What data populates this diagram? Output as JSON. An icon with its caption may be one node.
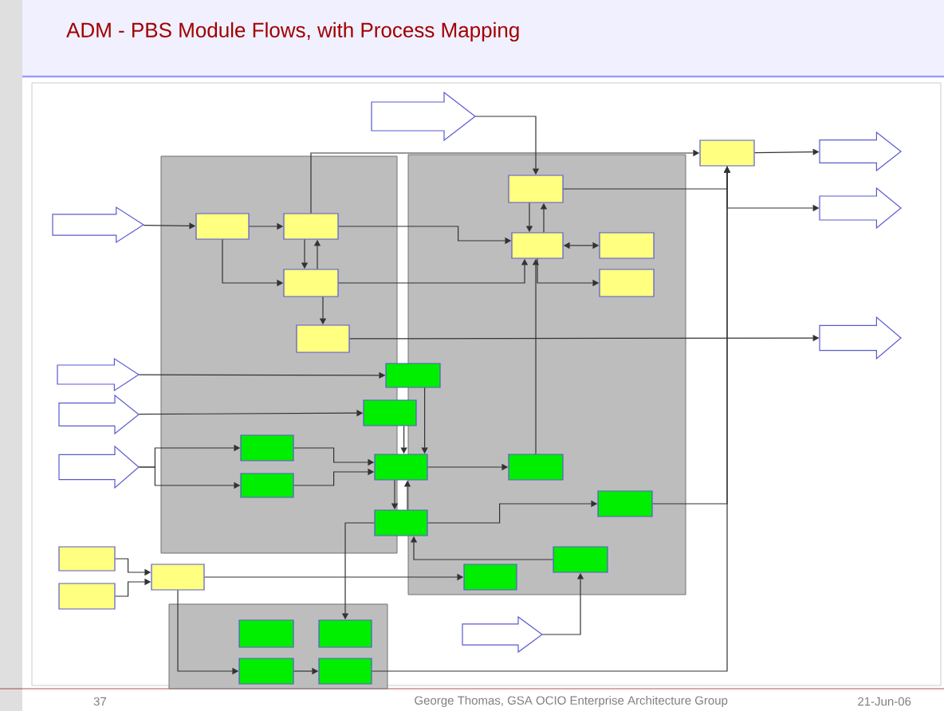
{
  "diagram": {
    "title": "ADM - PBS Module Flows, with Process Mapping",
    "nodes": [
      {
        "text": [],
        "shape": "arrow"
      },
      {
        "text": [],
        "shape": "box"
      },
      {
        "text": [],
        "shape": "box"
      },
      {
        "text": [],
        "shape": "box",
        "in": 1
      },
      {
        "text": [],
        "shape": "box",
        "in": 1
      },
      {
        "text": [],
        "shape": "box",
        "in": 1
      },
      {
        "text": [],
        "shape": "box",
        "in": 1
      },
      {
        "text": [],
        "shape": "box",
        "in": 2
      },
      {
        "text": [],
        "shape": "box",
        "in": 2
      },
      {
        "text": [],
        "shape": "box",
        "in": 2
      },
      {
        "text": [],
        "shape": "box",
        "in": 2
      },
      {
        "text": [],
        "shape": "box"
      },
      {
        "text": [],
        "shape": "arrow"
      },
      {
        "text": [],
        "shape": "arrow"
      },
      {
        "text": [],
        "shape": "arrow"
      },
      {
        "text": [],
        "shape": "arrow"
      },
      {
        "text": [],
        "shape": "arrow"
      },
      {
        "text": [],
        "shape": "box"
      },
      {
        "text": [],
        "shape": "box"
      },
      {
        "text": [],
        "shape": "arrow"
      },
      {
        "text": [],
        "shape": "arrow"
      },
      {
        "text": [],
        "shape": "box",
        "in": 1
      },
      {
        "text": [],
        "shape": "box",
        "in": 1
      },
      {
        "text": [],
        "shape": "box"
      },
      {
        "text": [],
        "shape": "box",
        "in": 2
      },
      {
        "text": [],
        "shape": "box"
      },
      {
        "text": [],
        "shape": "box",
        "in": 2
      },
      {
        "text": [],
        "shape": "box",
        "in": 2
      },
      {
        "text": [],
        "shape": "box",
        "in": 2
      },
      {
        "text": [],
        "shape": "box"
      },
      {
        "text": [],
        "shape": "box"
      },
      {
        "text": [],
        "shape": "box"
      },
      {
        "text": [],
        "shape": "box"
      },
      {
        "text": [],
        "shape": "box",
        "in": 32
      },
      {
        "text": [],
        "shape": "box",
        "in": 32
      },
      {
        "text": [],
        "shape": "box",
        "in": 32
      },
      {
        "text": [],
        "shape": "box",
        "in": 32
      },
      {
        "text": [],
        "shape": "arrow"
      }
    ],
    "edges": [
      {
        "from": 14,
        "to": 3,
        "arrow": "to"
      },
      {
        "from": 3,
        "to": 4,
        "arrow": "to"
      },
      {
        "from": 3,
        "to": 5,
        "arrow": "to"
      },
      {
        "from": 4,
        "to": 5,
        "arrow": "to"
      },
      {
        "from": 5,
        "to": 4,
        "arrow": "to"
      },
      {
        "from": 5,
        "to": 6,
        "arrow": "to"
      },
      {
        "from": 4,
        "to": 8,
        "arrow": "to"
      },
      {
        "from": 5,
        "to": 8,
        "arrow": "to"
      },
      {
        "from": 0,
        "to": 7,
        "arrow": "to"
      },
      {
        "from": 7,
        "to": 8,
        "arrow": "to"
      },
      {
        "from": 8,
        "to": 7,
        "arrow": "to"
      },
      {
        "from": 8,
        "to": 9,
        "arrow": "both"
      },
      {
        "from": 8,
        "to": 10,
        "arrow": "to"
      },
      {
        "from": 4,
        "to": 11,
        "arrow": "to"
      },
      {
        "from": 7,
        "to": 11,
        "arrow": "to"
      },
      {
        "from": 11,
        "to": 12,
        "arrow": "to"
      },
      {
        "from": 11,
        "to": 13,
        "arrow": "to"
      },
      {
        "from": 6,
        "to": 15,
        "arrow": "to"
      },
      {
        "from": 16,
        "to": 17,
        "arrow": "to"
      },
      {
        "from": 19,
        "to": 18,
        "arrow": "to"
      },
      {
        "from": 20,
        "to": 21,
        "arrow": "to"
      },
      {
        "from": 20,
        "to": 22,
        "arrow": "to"
      },
      {
        "from": 21,
        "to": 23,
        "arrow": "to"
      },
      {
        "from": 22,
        "to": 23,
        "arrow": "to"
      },
      {
        "from": 17,
        "to": 23,
        "arrow": "to"
      },
      {
        "from": 18,
        "to": 23,
        "arrow": "to"
      },
      {
        "from": 23,
        "to": 24,
        "arrow": "to"
      },
      {
        "from": 23,
        "to": 25,
        "arrow": "to"
      },
      {
        "from": 25,
        "to": 23,
        "arrow": "to"
      },
      {
        "from": 24,
        "to": 8,
        "arrow": "to"
      },
      {
        "from": 25,
        "to": 26,
        "arrow": "to"
      },
      {
        "from": 27,
        "to": 25,
        "arrow": "to"
      },
      {
        "from": 37,
        "to": 27,
        "arrow": "to"
      },
      {
        "from": 31,
        "to": 28,
        "arrow": "to"
      },
      {
        "from": 29,
        "to": 31,
        "arrow": "to"
      },
      {
        "from": 30,
        "to": 31,
        "arrow": "to"
      },
      {
        "from": 31,
        "to": 35,
        "arrow": "to"
      },
      {
        "from": 35,
        "to": 36,
        "arrow": "to"
      },
      {
        "from": 25,
        "to": 34,
        "arrow": "to"
      },
      {
        "from": 26,
        "to": 11,
        "arrow": "to"
      },
      {
        "from": 36,
        "to": 11,
        "arrow": "to"
      }
    ],
    "labels": [
      "37",
      "George Thomas, GSA OCIO Enterprise Architecture Group",
      "21-Jun-06"
    ]
  }
}
